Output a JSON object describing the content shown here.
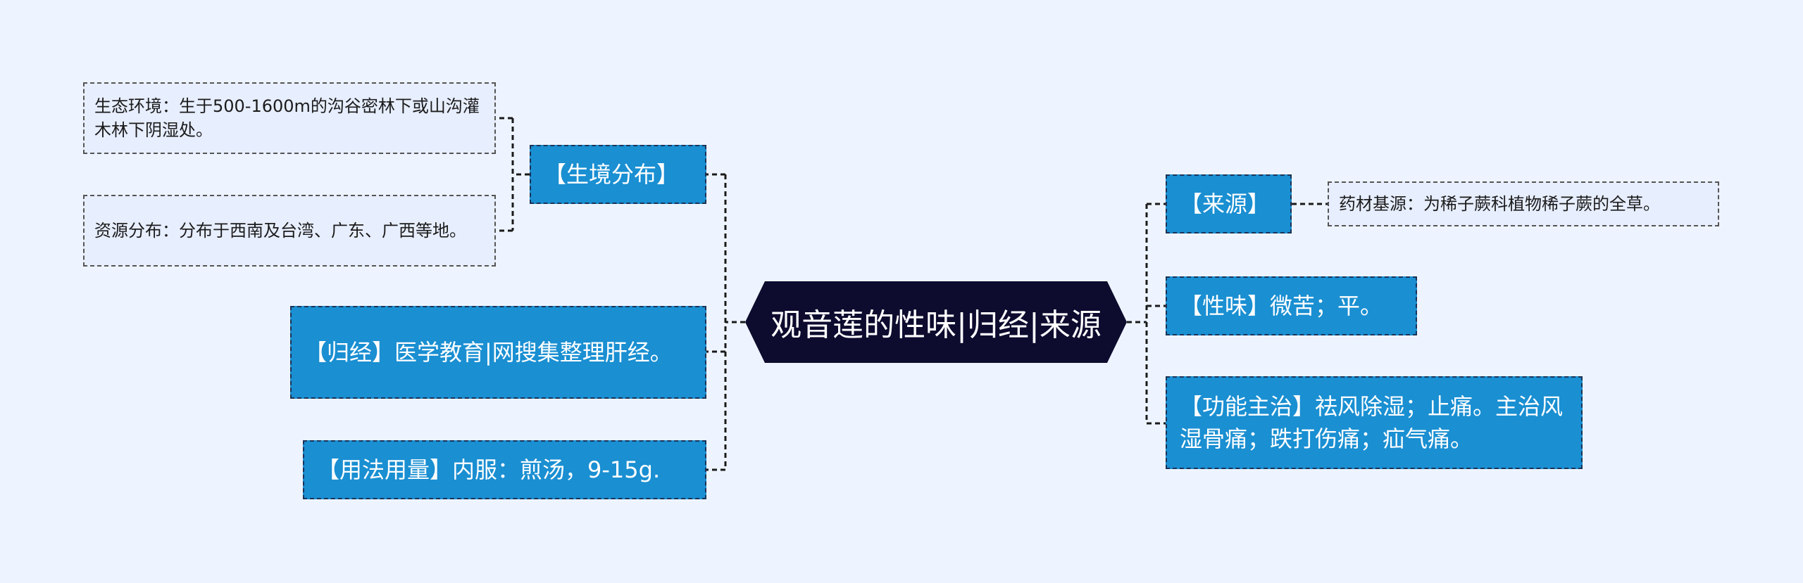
{
  "center": {
    "label": "观音莲的性味|归经|来源"
  },
  "left": {
    "habitat": {
      "label": "【生境分布】",
      "children": [
        "生态环境：生于500-1600m的沟谷密林下或山沟灌木林下阴湿处。",
        "资源分布：分布于西南及台湾、广东、广西等地。"
      ]
    },
    "meridian": {
      "label": "【归经】医学教育|网搜集整理肝经。"
    },
    "usage": {
      "label": "【用法用量】内服：煎汤，9-15g."
    }
  },
  "right": {
    "source": {
      "label": "【来源】",
      "children": [
        "药材基源：为稀子蕨科植物稀子蕨的全草。"
      ]
    },
    "nature": {
      "label": "【性味】微苦；平。"
    },
    "function": {
      "label": "【功能主治】祛风除湿；止痛。主治风湿骨痛；跌打伤痛；疝气痛。"
    }
  },
  "colors": {
    "background": "#eef4ff",
    "center_fill": "#0d0b2e",
    "branch_fill": "#1a8fd2",
    "leaf_fill": "#e7eefe",
    "connector": "#1a1a1a"
  }
}
